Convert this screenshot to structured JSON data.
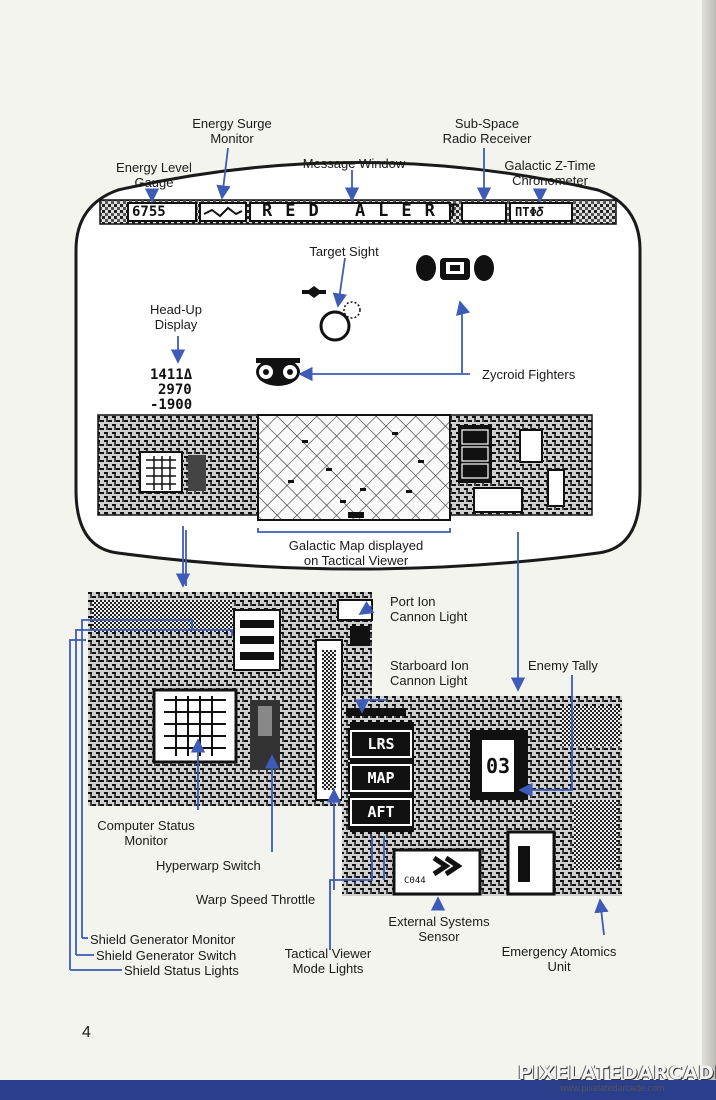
{
  "screen": {
    "energy_value": "6755",
    "message": "RED ALERT",
    "chronometer": "ΠΤΦ𝛿",
    "hud_lines": [
      "1411Δ",
      "2970",
      "-1900"
    ]
  },
  "labels": {
    "energy_surge_monitor": [
      "Energy Surge",
      "Monitor"
    ],
    "energy_level_gauge": [
      "Energy Level",
      "Gauge"
    ],
    "message_window": "Message Window",
    "sub_space_radio": [
      "Sub-Space",
      "Radio Receiver"
    ],
    "galactic_chronometer": [
      "Galactic Z-Time",
      "Chronometer"
    ],
    "target_sight": "Target Sight",
    "head_up_display": [
      "Head-Up",
      "Display"
    ],
    "zycroid_fighters": "Zycroid Fighters",
    "galactic_map": [
      "Galactic Map displayed",
      "on Tactical Viewer"
    ],
    "port_ion_cannon": [
      "Port Ion",
      "Cannon Light"
    ],
    "starboard_ion_cannon": [
      "Starboard Ion",
      "Cannon Light"
    ],
    "enemy_tally": "Enemy Tally",
    "computer_status_monitor": [
      "Computer Status",
      "Monitor"
    ],
    "hyperwarp_switch": "Hyperwarp Switch",
    "warp_speed_throttle": "Warp Speed Throttle",
    "external_systems_sensor": [
      "External Systems",
      "Sensor"
    ],
    "shield_generator_monitor": "Shield Generator Monitor",
    "shield_generator_switch": "Shield Generator Switch",
    "shield_status_lights": "Shield Status Lights",
    "tactical_viewer_mode_lights": [
      "Tactical Viewer",
      "Mode Lights"
    ],
    "emergency_atomics_unit": [
      "Emergency Atomics",
      "Unit"
    ]
  },
  "panel": {
    "buttons": [
      "LRS",
      "MAP",
      "AFT"
    ],
    "tally": "03",
    "sensor_code": "C044"
  },
  "footer": {
    "page_number": "4",
    "brand": "PIXELATEDARCADE",
    "url": "www.pixelatedarcade.com"
  },
  "colors": {
    "paper": "#f4f4ee",
    "ink": "#1a1a1a",
    "arrow": "#3e5bb8",
    "brand_bar": "#2b3e8c"
  }
}
